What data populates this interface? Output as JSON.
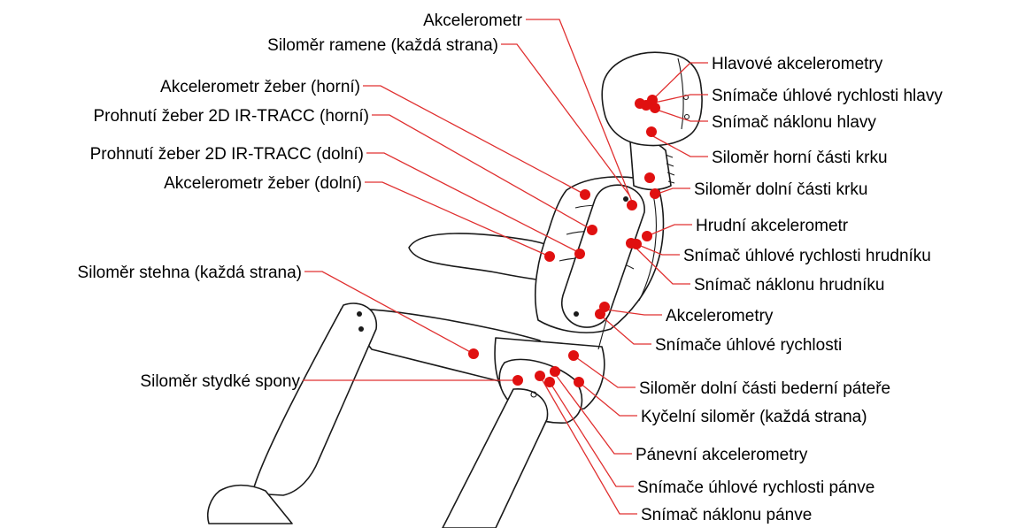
{
  "colors": {
    "leader_line": "#e03030",
    "sensor_dot": "#e01010",
    "outline": "#1a1a1a",
    "label_text": "#000000"
  },
  "labels": {
    "accelerometer": "Akcelerometr",
    "shoulder_load_cell": "Siloměr ramene (každá strana)",
    "rib_accel_upper": "Akcelerometr žeber (horní)",
    "rib_deflection_upper": "Prohnutí žeber 2D IR-TRACC (horní)",
    "rib_deflection_lower": "Prohnutí žeber 2D IR-TRACC (dolní)",
    "rib_accel_lower": "Akcelerometr žeber (dolní)",
    "femur_load_cell": "Siloměr stehna (každá strana)",
    "pubic_load_cell": "Siloměr stydké spony",
    "head_accelerometers": "Hlavové akcelerometry",
    "head_angular_rate": "Snímače úhlové rychlosti hlavy",
    "head_tilt": "Snímač náklonu hlavy",
    "upper_neck_load_cell": "Siloměr horní části krku",
    "lower_neck_load_cell": "Siloměr dolní části krku",
    "thoracic_accelerometer": "Hrudní akcelerometr",
    "thoracic_angular_rate": "Snímač úhlové rychlosti hrudníku",
    "thoracic_tilt": "Snímač náklonu hrudníku",
    "accelerometers": "Akcelerometry",
    "angular_rate_sensors": "Snímače úhlové rychlosti",
    "lumbar_load_cell": "Siloměr dolní části bederní páteře",
    "hip_load_cell": "Kyčelní siloměr (každá strana)",
    "pelvic_accelerometers": "Pánevní akcelerometry",
    "pelvic_angular_rate": "Snímače úhlové rychlosti pánve",
    "pelvic_tilt": "Snímač náklonu pánve"
  }
}
